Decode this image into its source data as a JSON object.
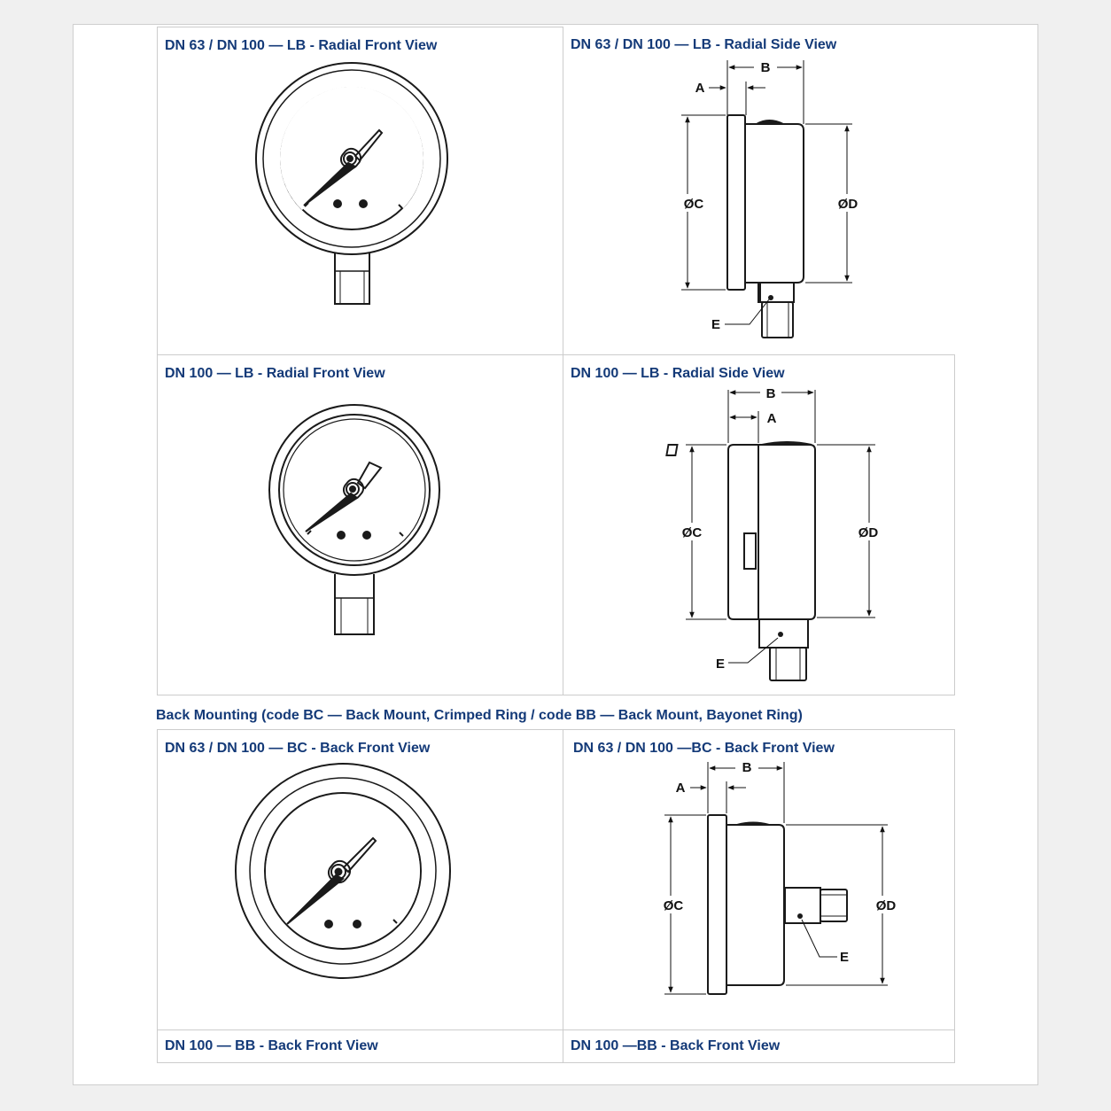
{
  "colors": {
    "title": "#143a78",
    "line": "#1a1a1a",
    "cell_border": "#cccccc"
  },
  "cells": {
    "lb_radial_63_100_front": {
      "title": "DN 63 / DN 100 — LB - Radial Front View"
    },
    "lb_radial_63_100_side": {
      "title": "DN 63 / DN 100 — LB - Radial Side View"
    },
    "lb_radial_100_front": {
      "title": "DN 100 — LB - Radial Front View"
    },
    "lb_radial_100_side": {
      "title": "DN 100 — LB - Radial Side View"
    },
    "bc_63_100_front": {
      "title": "DN 63 / DN 100 — BC - Back Front View"
    },
    "bc_63_100_side": {
      "title": "DN 63 / DN 100 —BC - Back Front View"
    },
    "bb_100_front": {
      "title": "DN 100 — BB - Back Front View"
    },
    "bb_100_side": {
      "title": "DN 100 —BB - Back Front View"
    }
  },
  "section": {
    "title": "Back Mounting  (code BC — Back Mount, Crimped Ring  /  code BB — Back Mount, Bayonet Ring)"
  },
  "dimensions": {
    "a": "A",
    "b": "B",
    "c": "ØC",
    "d": "ØD",
    "e": "E"
  }
}
